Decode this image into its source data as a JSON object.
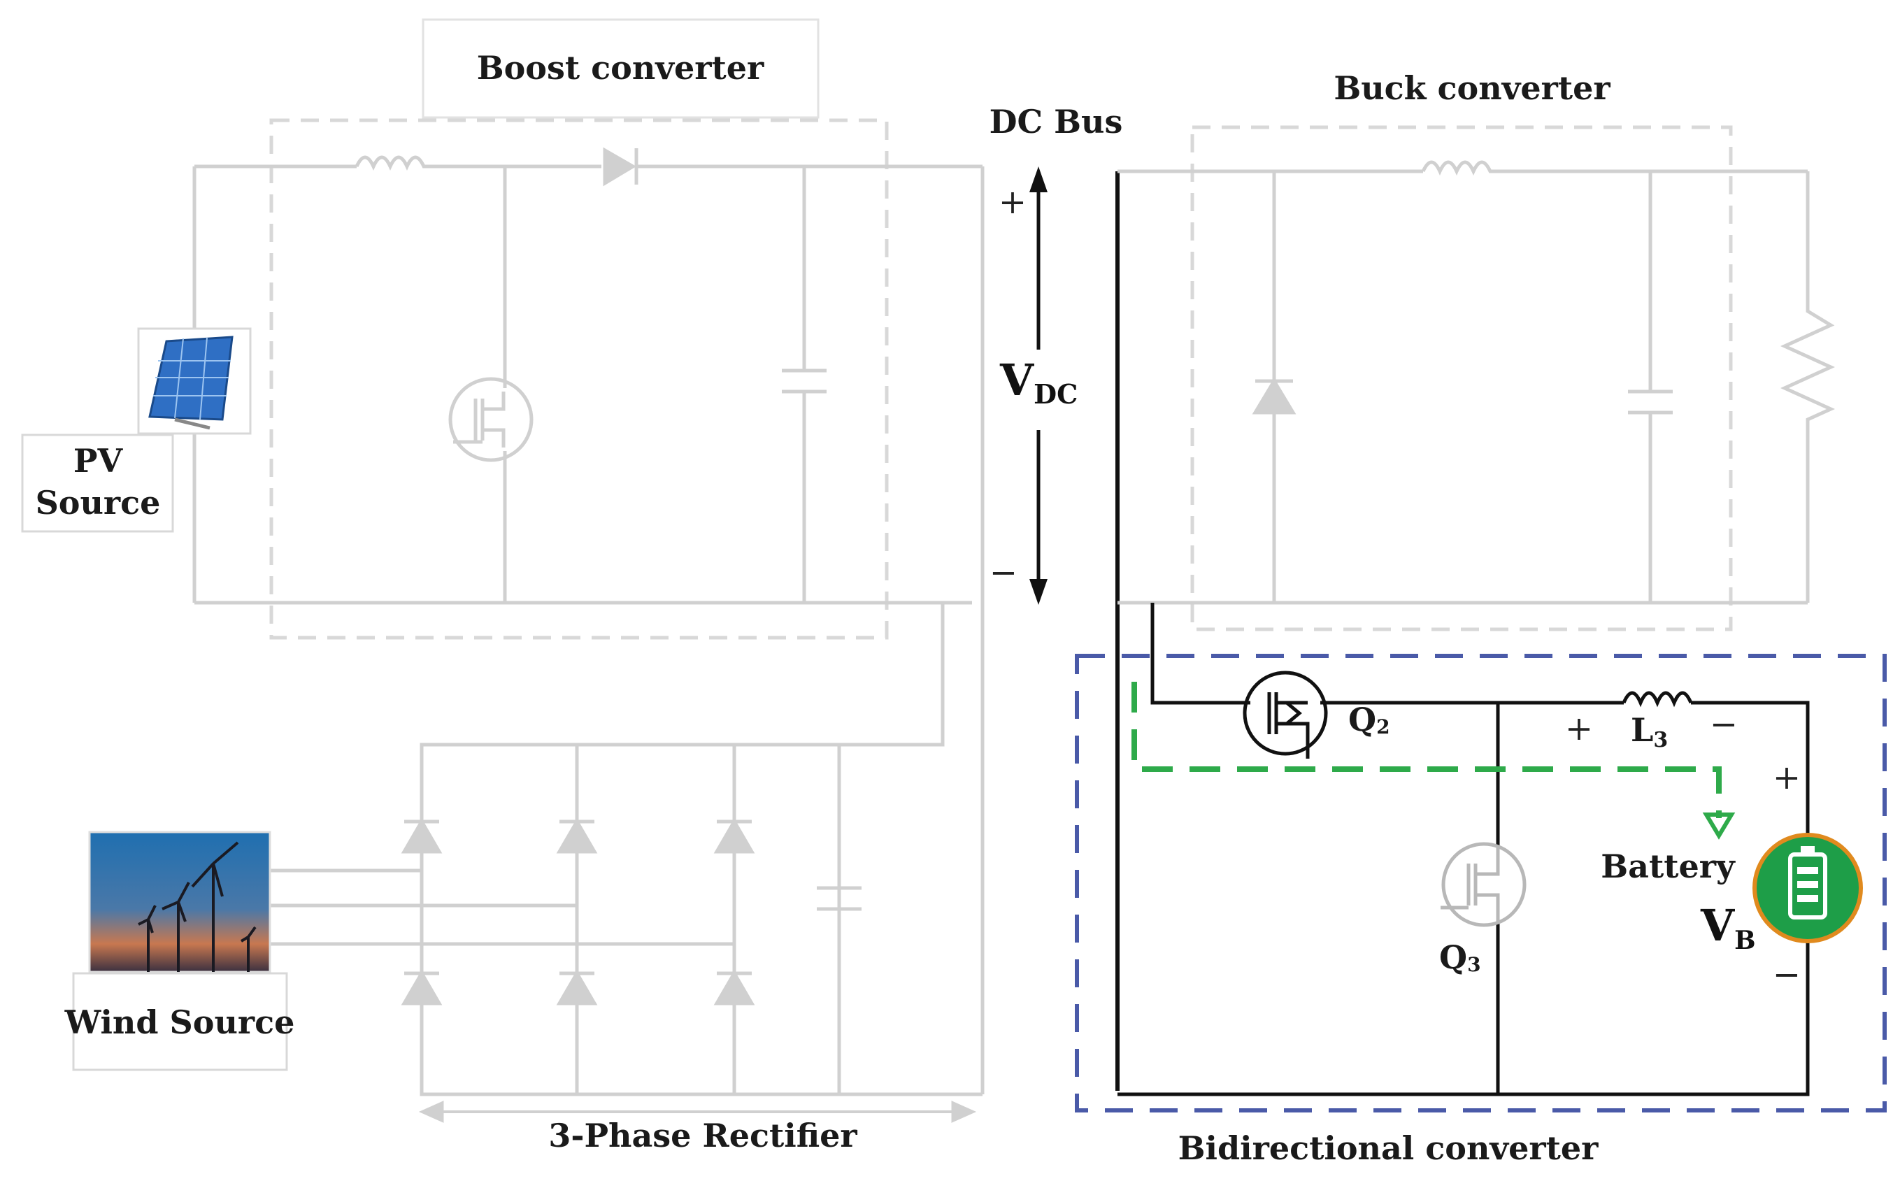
{
  "labels": {
    "boost_converter": "Boost converter",
    "buck_converter": "Buck converter",
    "dc_bus": "DC Bus",
    "vdc_main": "V",
    "vdc_sub": "DC",
    "pv_source_line1": "PV",
    "pv_source_line2": "Source",
    "wind_source": "Wind Source",
    "rectifier": "3-Phase Rectifier",
    "bidirectional_converter": "Bidirectional converter",
    "battery": "Battery",
    "vb_main": "V",
    "vb_sub": "B",
    "q2_main": "Q",
    "q2_sub": "2",
    "q3_main": "Q",
    "q3_sub": "3",
    "l3_main": "L",
    "l3_sub": "3",
    "plus": "+",
    "minus": "−"
  },
  "colors": {
    "faded_circuit": "#d0d0d0",
    "active_circuit": "#111111",
    "bidirectional_box": "#4a5aa8",
    "current_path": "#2eaa4a",
    "battery_fill": "#1e9e48",
    "battery_ring": "#e08a1e"
  }
}
